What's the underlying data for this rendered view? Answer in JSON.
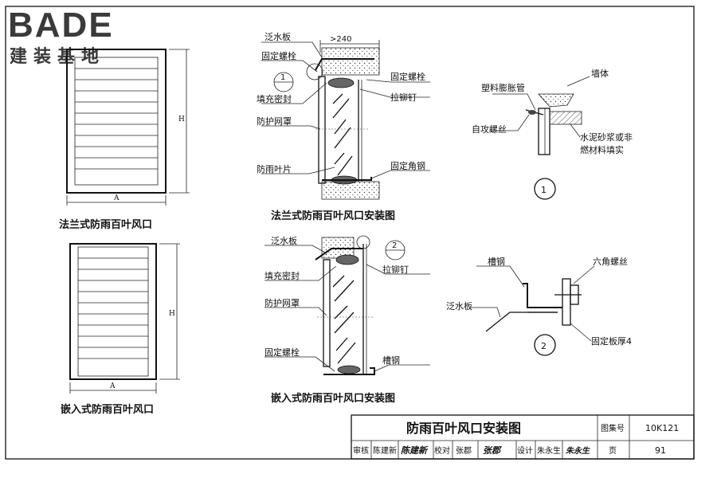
{
  "logo": {
    "brand": "BADE",
    "subtitle": "建装基地"
  },
  "views": {
    "flange_view_title": "法兰式防雨百叶风口",
    "embedded_view_title": "嵌入式防雨百叶风口",
    "dim_width": "A",
    "dim_height": "H"
  },
  "flange_section": {
    "title": "法兰式防雨百叶风口安装图",
    "dim_top": ">240",
    "callout": "1",
    "labels": {
      "flashing": "泛水板",
      "fixing_bolt_left": "固定螺栓",
      "sealant": "填充密封",
      "screen": "防护网罩",
      "blade": "防雨叶片",
      "fixing_bolt_right": "固定螺栓",
      "rivet": "拉铆钉",
      "angle_steel": "固定角钢"
    }
  },
  "embedded_section": {
    "title": "嵌入式防雨百叶风口安装图",
    "callout": "2",
    "labels": {
      "flashing": "泛水板",
      "sealant": "填充密封",
      "screen": "防护网罩",
      "fixing_bolt": "固定螺栓",
      "rivet": "拉铆钉",
      "channel": "槽钢"
    }
  },
  "detail1": {
    "number": "1",
    "labels": {
      "anchor": "塑料膨胀管",
      "wall": "墙体",
      "screw": "自攻螺丝",
      "fill_line1": "水泥砂浆或非",
      "fill_line2": "燃材料填实"
    }
  },
  "detail2": {
    "number": "2",
    "labels": {
      "channel": "槽钢",
      "hex_bolt": "六角螺丝",
      "flashing": "泛水板",
      "plate": "固定板厚4"
    }
  },
  "title_block": {
    "title": "防雨百叶风口安装图",
    "atlas_label": "图集号",
    "atlas_no": "10K121",
    "page_label": "页",
    "page_no": "91",
    "review_label": "审核",
    "reviewer": "陈建新",
    "reviewer_sign": "陈建新",
    "check_label": "校对",
    "checker": "张郡",
    "checker_sign": "张郡",
    "design_label": "设计",
    "designer": "朱永生",
    "designer_sign": "朱永生"
  }
}
